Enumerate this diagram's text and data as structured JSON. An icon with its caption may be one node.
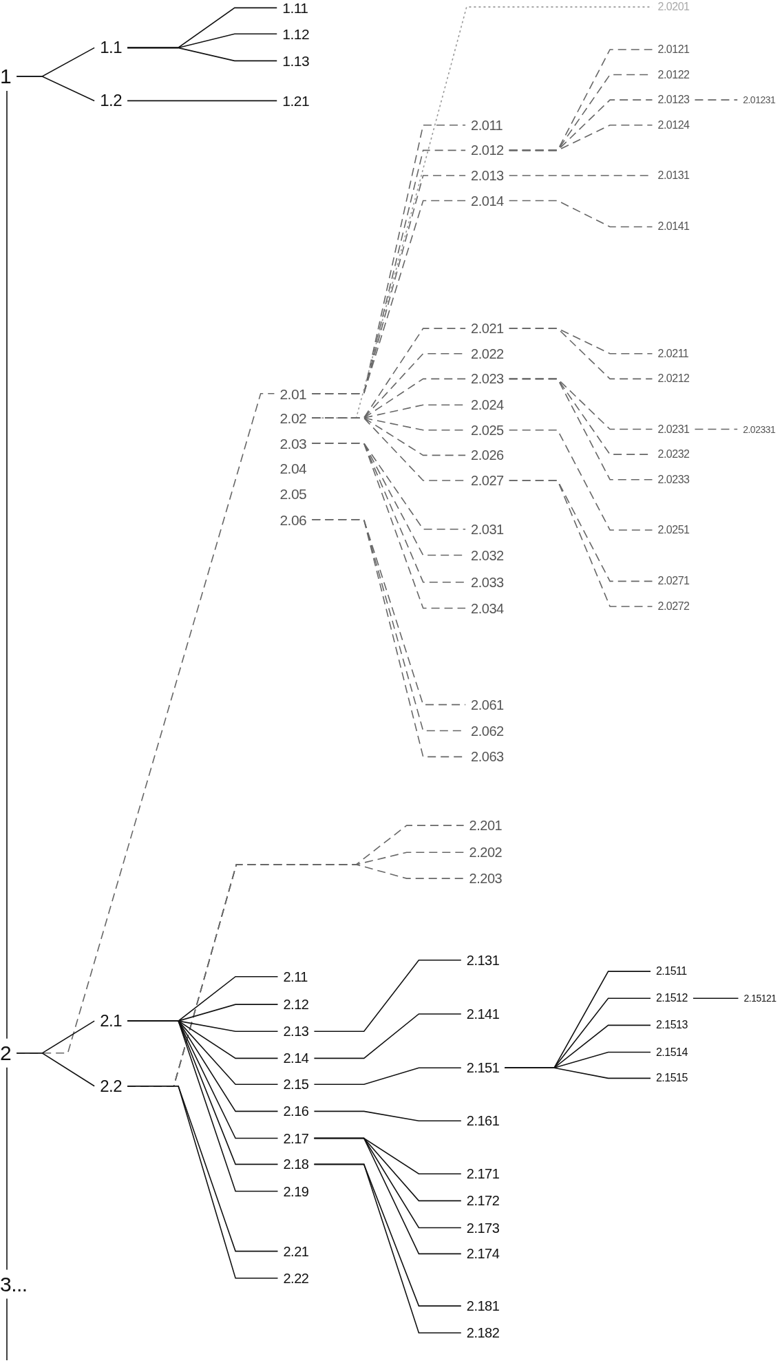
{
  "diagram": {
    "nodes": [
      {
        "text": [
          "1"
        ]
      },
      {
        "text": [
          "1.1"
        ]
      },
      {
        "text": [
          "1.2"
        ]
      },
      {
        "text": [
          "1.11"
        ]
      },
      {
        "text": [
          "1.12"
        ]
      },
      {
        "text": [
          "1.13"
        ]
      },
      {
        "text": [
          "1.21"
        ]
      },
      {
        "text": [
          "2"
        ]
      },
      {
        "text": [
          "2.01"
        ]
      },
      {
        "text": [
          "2.02"
        ]
      },
      {
        "text": [
          "2.03"
        ]
      },
      {
        "text": [
          "2.04"
        ]
      },
      {
        "text": [
          "2.05"
        ]
      },
      {
        "text": [
          "2.06"
        ]
      },
      {
        "text": [
          "2.011"
        ]
      },
      {
        "text": [
          "2.012"
        ]
      },
      {
        "text": [
          "2.013"
        ]
      },
      {
        "text": [
          "2.014"
        ]
      },
      {
        "text": [
          "2.0121"
        ]
      },
      {
        "text": [
          "2.0122"
        ]
      },
      {
        "text": [
          "2.0123"
        ]
      },
      {
        "text": [
          "2.0124"
        ]
      },
      {
        "text": [
          "2.01231"
        ]
      },
      {
        "text": [
          "2.0131"
        ]
      },
      {
        "text": [
          "2.0141"
        ]
      },
      {
        "text": [
          "2.0201"
        ]
      },
      {
        "text": [
          "2.021"
        ]
      },
      {
        "text": [
          "2.022"
        ]
      },
      {
        "text": [
          "2.023"
        ]
      },
      {
        "text": [
          "2.024"
        ]
      },
      {
        "text": [
          "2.025"
        ]
      },
      {
        "text": [
          "2.026"
        ]
      },
      {
        "text": [
          "2.027"
        ]
      },
      {
        "text": [
          "2.0211"
        ]
      },
      {
        "text": [
          "2.0212"
        ]
      },
      {
        "text": [
          "2.0231"
        ]
      },
      {
        "text": [
          "2.02331"
        ]
      },
      {
        "text": [
          "2.0232"
        ]
      },
      {
        "text": [
          "2.0233"
        ]
      },
      {
        "text": [
          "2.0251"
        ]
      },
      {
        "text": [
          "2.0271"
        ]
      },
      {
        "text": [
          "2.0272"
        ]
      },
      {
        "text": [
          "2.031"
        ]
      },
      {
        "text": [
          "2.032"
        ]
      },
      {
        "text": [
          "2.033"
        ]
      },
      {
        "text": [
          "2.034"
        ]
      },
      {
        "text": [
          "2.061"
        ]
      },
      {
        "text": [
          "2.062"
        ]
      },
      {
        "text": [
          "2.063"
        ]
      },
      {
        "text": [
          "2.1"
        ]
      },
      {
        "text": [
          "2.2"
        ]
      },
      {
        "text": [
          "2.201"
        ]
      },
      {
        "text": [
          "2.202"
        ]
      },
      {
        "text": [
          "2.203"
        ]
      },
      {
        "text": [
          "2.11"
        ]
      },
      {
        "text": [
          "2.12"
        ]
      },
      {
        "text": [
          "2.13"
        ]
      },
      {
        "text": [
          "2.14"
        ]
      },
      {
        "text": [
          "2.15"
        ]
      },
      {
        "text": [
          "2.16"
        ]
      },
      {
        "text": [
          "2.17"
        ]
      },
      {
        "text": [
          "2.18"
        ]
      },
      {
        "text": [
          "2.19"
        ]
      },
      {
        "text": [
          "2.21"
        ]
      },
      {
        "text": [
          "2.22"
        ]
      },
      {
        "text": [
          "2.131"
        ]
      },
      {
        "text": [
          "2.141"
        ]
      },
      {
        "text": [
          "2.151"
        ]
      },
      {
        "text": [
          "2.161"
        ]
      },
      {
        "text": [
          "2.171"
        ]
      },
      {
        "text": [
          "2.172"
        ]
      },
      {
        "text": [
          "2.173"
        ]
      },
      {
        "text": [
          "2.174"
        ]
      },
      {
        "text": [
          "2.181"
        ]
      },
      {
        "text": [
          "2.182"
        ]
      },
      {
        "text": [
          "2.1511"
        ]
      },
      {
        "text": [
          "2.1512"
        ]
      },
      {
        "text": [
          "2.1513"
        ]
      },
      {
        "text": [
          "2.1514"
        ]
      },
      {
        "text": [
          "2.1515"
        ]
      },
      {
        "text": [
          "2.15121"
        ]
      },
      {
        "text": [
          "3..."
        ]
      }
    ],
    "edges": [
      {
        "from": 0,
        "to": 1,
        "arrow": "none"
      },
      {
        "from": 0,
        "to": 2,
        "arrow": "none"
      },
      {
        "from": 1,
        "to": 3,
        "arrow": "none"
      },
      {
        "from": 1,
        "to": 4,
        "arrow": "none"
      },
      {
        "from": 1,
        "to": 5,
        "arrow": "none"
      },
      {
        "from": 2,
        "to": 6,
        "arrow": "none"
      },
      {
        "from": 0,
        "to": 7,
        "arrow": "none"
      },
      {
        "from": 7,
        "to": 81,
        "arrow": "none"
      },
      {
        "from": 81,
        "to": null,
        "arrow": "none"
      },
      {
        "from": 7,
        "to": 8,
        "arrow": "none",
        "style": "dashed",
        "color": "#666666"
      },
      {
        "from": 7,
        "to": 49,
        "arrow": "none"
      },
      {
        "from": 7,
        "to": 50,
        "arrow": "none"
      },
      {
        "from": 8,
        "to": 14,
        "arrow": "none",
        "style": "dashed",
        "color": "#666666"
      },
      {
        "from": 8,
        "to": 15,
        "arrow": "none",
        "style": "dashed",
        "color": "#666666"
      },
      {
        "from": 8,
        "to": 16,
        "arrow": "none",
        "style": "dashed",
        "color": "#666666"
      },
      {
        "from": 8,
        "to": 17,
        "arrow": "none",
        "style": "dashed",
        "color": "#666666"
      },
      {
        "from": 9,
        "to": 25,
        "arrow": "none",
        "style": "dashed",
        "color": "#999999"
      },
      {
        "from": 9,
        "to": 26,
        "arrow": "none",
        "style": "dashed",
        "color": "#666666"
      },
      {
        "from": 9,
        "to": 27,
        "arrow": "none",
        "style": "dashed",
        "color": "#666666"
      },
      {
        "from": 9,
        "to": 28,
        "arrow": "none",
        "style": "dashed",
        "color": "#666666"
      },
      {
        "from": 9,
        "to": 29,
        "arrow": "none",
        "style": "dashed",
        "color": "#666666"
      },
      {
        "from": 9,
        "to": 30,
        "arrow": "none",
        "style": "dashed",
        "color": "#666666"
      },
      {
        "from": 9,
        "to": 31,
        "arrow": "none",
        "style": "dashed",
        "color": "#666666"
      },
      {
        "from": 9,
        "to": 32,
        "arrow": "none",
        "style": "dashed",
        "color": "#666666"
      },
      {
        "from": 10,
        "to": 42,
        "arrow": "none",
        "style": "dashed",
        "color": "#666666"
      },
      {
        "from": 10,
        "to": 43,
        "arrow": "none",
        "style": "dashed",
        "color": "#666666"
      },
      {
        "from": 10,
        "to": 44,
        "arrow": "none",
        "style": "dashed",
        "color": "#666666"
      },
      {
        "from": 10,
        "to": 45,
        "arrow": "none",
        "style": "dashed",
        "color": "#666666"
      },
      {
        "from": 13,
        "to": 46,
        "arrow": "none",
        "style": "dashed",
        "color": "#666666"
      },
      {
        "from": 13,
        "to": 47,
        "arrow": "none",
        "style": "dashed",
        "color": "#666666"
      },
      {
        "from": 13,
        "to": 48,
        "arrow": "none",
        "style": "dashed",
        "color": "#666666"
      },
      {
        "from": 15,
        "to": 18,
        "arrow": "none",
        "style": "dashed",
        "color": "#666666"
      },
      {
        "from": 15,
        "to": 19,
        "arrow": "none",
        "style": "dashed",
        "color": "#666666"
      },
      {
        "from": 15,
        "to": 20,
        "arrow": "none",
        "style": "dashed",
        "color": "#666666"
      },
      {
        "from": 15,
        "to": 21,
        "arrow": "none",
        "style": "dashed",
        "color": "#666666"
      },
      {
        "from": 20,
        "to": 22,
        "arrow": "none",
        "style": "dashed",
        "color": "#666666"
      },
      {
        "from": 16,
        "to": 23,
        "arrow": "none",
        "style": "dashed",
        "color": "#666666"
      },
      {
        "from": 17,
        "to": 24,
        "arrow": "none",
        "style": "dashed",
        "color": "#666666"
      },
      {
        "from": 26,
        "to": 33,
        "arrow": "none",
        "style": "dashed",
        "color": "#666666"
      },
      {
        "from": 26,
        "to": 34,
        "arrow": "none",
        "style": "dashed",
        "color": "#666666"
      },
      {
        "from": 28,
        "to": 35,
        "arrow": "none",
        "style": "dashed",
        "color": "#666666"
      },
      {
        "from": 28,
        "to": 37,
        "arrow": "none",
        "style": "dashed",
        "color": "#666666"
      },
      {
        "from": 28,
        "to": 38,
        "arrow": "none",
        "style": "dashed",
        "color": "#666666"
      },
      {
        "from": 35,
        "to": 36,
        "arrow": "none",
        "style": "dashed",
        "color": "#666666"
      },
      {
        "from": 30,
        "to": 39,
        "arrow": "none",
        "style": "dashed",
        "color": "#666666"
      },
      {
        "from": 32,
        "to": 40,
        "arrow": "none",
        "style": "dashed",
        "color": "#666666"
      },
      {
        "from": 32,
        "to": 41,
        "arrow": "none",
        "style": "dashed",
        "color": "#666666"
      },
      {
        "from": 50,
        "to": 51,
        "arrow": "none",
        "style": "dashed",
        "color": "#666666"
      },
      {
        "from": 50,
        "to": 52,
        "arrow": "none",
        "style": "dashed",
        "color": "#666666"
      },
      {
        "from": 50,
        "to": 53,
        "arrow": "none",
        "style": "dashed",
        "color": "#666666"
      },
      {
        "from": 49,
        "to": 54,
        "arrow": "none"
      },
      {
        "from": 49,
        "to": 55,
        "arrow": "none"
      },
      {
        "from": 49,
        "to": 56,
        "arrow": "none"
      },
      {
        "from": 49,
        "to": 57,
        "arrow": "none"
      },
      {
        "from": 49,
        "to": 58,
        "arrow": "none"
      },
      {
        "from": 49,
        "to": 59,
        "arrow": "none"
      },
      {
        "from": 49,
        "to": 60,
        "arrow": "none"
      },
      {
        "from": 49,
        "to": 61,
        "arrow": "none"
      },
      {
        "from": 49,
        "to": 62,
        "arrow": "none"
      },
      {
        "from": 50,
        "to": 63,
        "arrow": "none"
      },
      {
        "from": 50,
        "to": 64,
        "arrow": "none"
      },
      {
        "from": 56,
        "to": 65,
        "arrow": "none"
      },
      {
        "from": 57,
        "to": 66,
        "arrow": "none"
      },
      {
        "from": 58,
        "to": 67,
        "arrow": "none"
      },
      {
        "from": 59,
        "to": 68,
        "arrow": "none"
      },
      {
        "from": 60,
        "to": 69,
        "arrow": "none"
      },
      {
        "from": 60,
        "to": 70,
        "arrow": "none"
      },
      {
        "from": 60,
        "to": 71,
        "arrow": "none"
      },
      {
        "from": 60,
        "to": 72,
        "arrow": "none"
      },
      {
        "from": 61,
        "to": 73,
        "arrow": "none"
      },
      {
        "from": 61,
        "to": 74,
        "arrow": "none"
      },
      {
        "from": 67,
        "to": 75,
        "arrow": "none"
      },
      {
        "from": 67,
        "to": 76,
        "arrow": "none"
      },
      {
        "from": 67,
        "to": 77,
        "arrow": "none"
      },
      {
        "from": 67,
        "to": 78,
        "arrow": "none"
      },
      {
        "from": 67,
        "to": 79,
        "arrow": "none"
      },
      {
        "from": 76,
        "to": 80,
        "arrow": "none"
      }
    ]
  }
}
